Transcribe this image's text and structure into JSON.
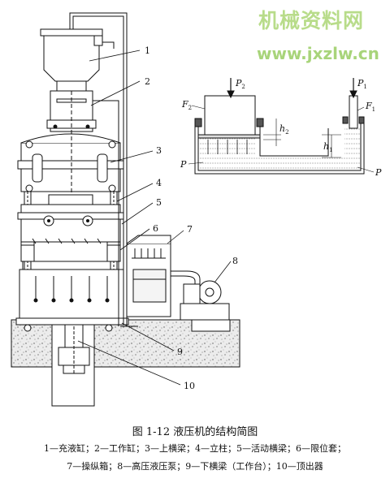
{
  "watermark": {
    "cn": "机械资料网",
    "url": "www.jxzlw.cn"
  },
  "callouts": [
    "1",
    "2",
    "3",
    "4",
    "5",
    "6",
    "7",
    "8",
    "9",
    "10"
  ],
  "inset": {
    "p2": "P",
    "p2_sub": "2",
    "p1": "P",
    "p1_sub": "1",
    "f2": "F",
    "f2_sub": "2",
    "f1": "F",
    "f1_sub": "1",
    "h2": "h",
    "h2_sub": "2",
    "h1": "h",
    "h1_sub": "1",
    "p_left": "P",
    "p_right": "P"
  },
  "caption": {
    "title": "图 1-12   液压机的结构简图",
    "legend_line1": "1—充液缸；2—工作缸；3—上横梁；4—立柱；5—活动横梁；6—限位套；",
    "legend_line2": "7—操纵箱；8—高压液压泵；9—下横梁（工作台）；10—顶出器"
  }
}
